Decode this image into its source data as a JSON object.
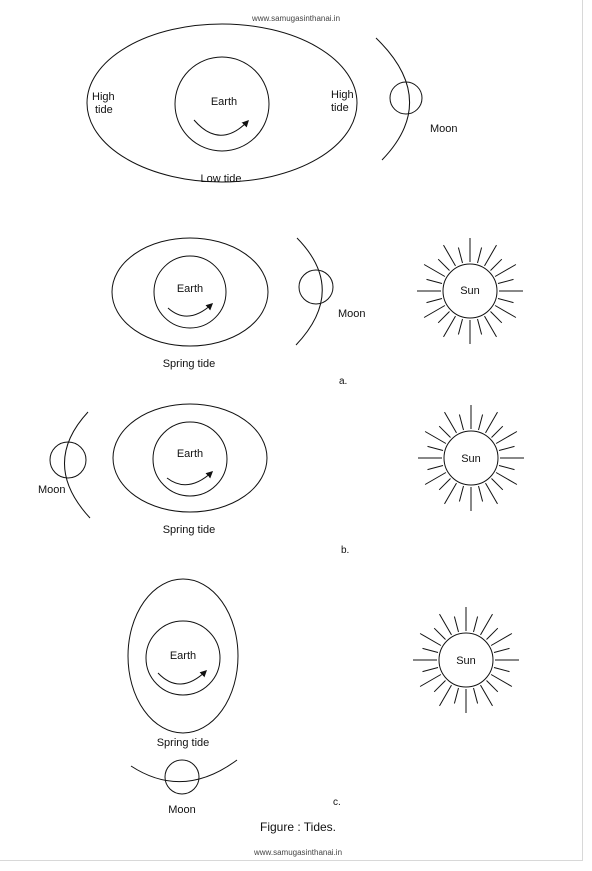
{
  "watermark_top": "www.samugasinthanai.in",
  "watermark_bottom": "www.samugasinthanai.in",
  "caption": "Figure : Tides.",
  "diagram_top": {
    "earth": "Earth",
    "moon": "Moon",
    "high_tide_left_1": "High",
    "high_tide_left_2": "tide",
    "high_tide_right_1": "High",
    "high_tide_right_2": "tide",
    "low_tide": "Low tide"
  },
  "panel_a": {
    "earth": "Earth",
    "moon": "Moon",
    "sun": "Sun",
    "tide": "Spring tide",
    "letter": "a."
  },
  "panel_b": {
    "earth": "Earth",
    "moon": "Moon",
    "sun": "Sun",
    "tide": "Spring tide",
    "letter": "b."
  },
  "panel_c": {
    "earth": "Earth",
    "moon": "Moon",
    "sun": "Sun",
    "tide": "Spring tide",
    "letter": "c."
  }
}
